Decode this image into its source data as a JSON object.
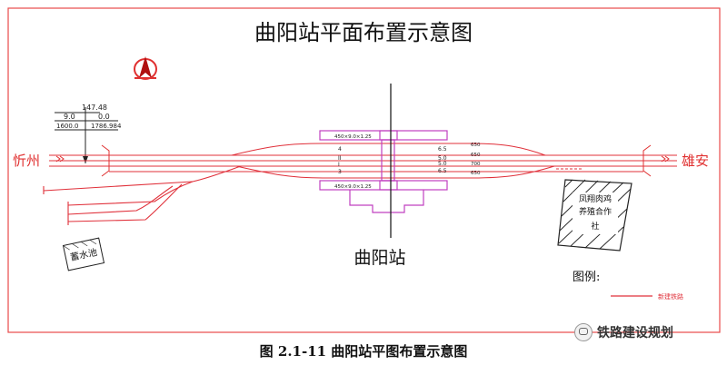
{
  "diagram": {
    "title": "曲阳站平面布置示意图",
    "station_name": "曲阳站",
    "west_end": "忻州",
    "east_end": "雄安",
    "reservoir_label": "蓄水池",
    "farm_label_lines": [
      "凤翔肉鸡",
      "养殖合作",
      "社"
    ],
    "legend_title": "图例:",
    "legend_item": "新建铁路",
    "profile_labels": {
      "elevation": "147.48",
      "grade_left": "9.0",
      "grade_right": "0.0",
      "length_left": "1600.0",
      "length_right": "1786.984"
    },
    "platform_labels": [
      "450×9.0×1.25",
      "450×9.0×1.25"
    ],
    "track_numbers": [
      "4",
      "II",
      "I",
      "3"
    ],
    "track_spacings": [
      "6.5",
      "5.0",
      "5.0",
      "6.5"
    ],
    "track_lengths": [
      "650",
      "650",
      "700",
      "650"
    ],
    "colors": {
      "border": "#e84a4a",
      "track": "#e0303a",
      "platform": "#c040c0",
      "structure": "#222222"
    }
  },
  "caption": "图  2.1-11    曲阳站平图布置示意图",
  "watermark": "铁路建设规划"
}
